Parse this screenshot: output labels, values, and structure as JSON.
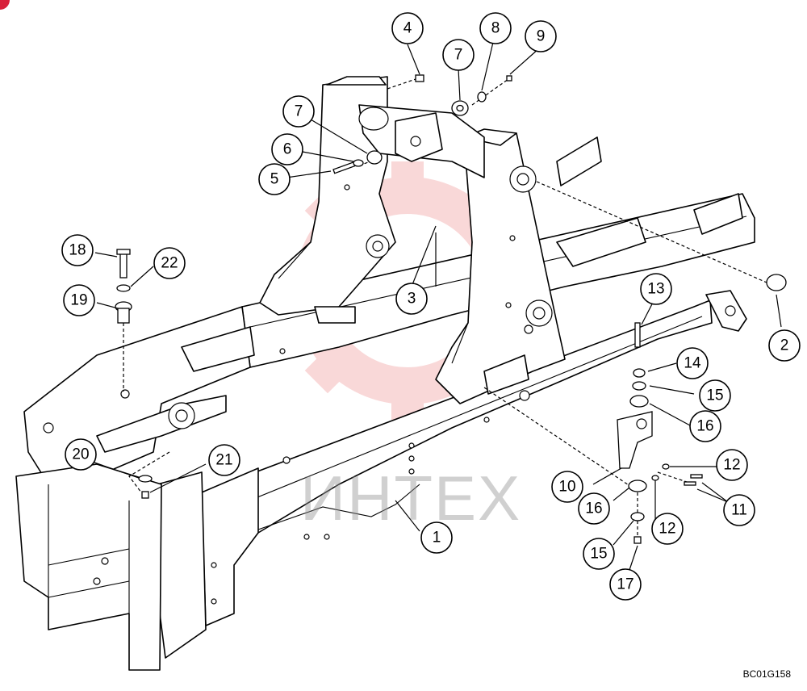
{
  "diagram": {
    "drawing_code": "BC01G158",
    "watermark_text": "ИНТЕХ",
    "accent_color": "#d8203a",
    "watermark_color": "#f3a9a9"
  },
  "callouts": [
    {
      "id": "c1",
      "label": "1"
    },
    {
      "id": "c2",
      "label": "2"
    },
    {
      "id": "c3",
      "label": "3"
    },
    {
      "id": "c4",
      "label": "4"
    },
    {
      "id": "c5",
      "label": "5"
    },
    {
      "id": "c6",
      "label": "6"
    },
    {
      "id": "c7a",
      "label": "7"
    },
    {
      "id": "c7b",
      "label": "7"
    },
    {
      "id": "c8",
      "label": "8"
    },
    {
      "id": "c9",
      "label": "9"
    },
    {
      "id": "c10",
      "label": "10"
    },
    {
      "id": "c11",
      "label": "11"
    },
    {
      "id": "c12a",
      "label": "12"
    },
    {
      "id": "c12b",
      "label": "12"
    },
    {
      "id": "c13",
      "label": "13"
    },
    {
      "id": "c14",
      "label": "14"
    },
    {
      "id": "c15a",
      "label": "15"
    },
    {
      "id": "c15b",
      "label": "15"
    },
    {
      "id": "c16a",
      "label": "16"
    },
    {
      "id": "c16b",
      "label": "16"
    },
    {
      "id": "c17",
      "label": "17"
    },
    {
      "id": "c18",
      "label": "18"
    },
    {
      "id": "c19",
      "label": "19"
    },
    {
      "id": "c20",
      "label": "20"
    },
    {
      "id": "c21",
      "label": "21"
    },
    {
      "id": "c22",
      "label": "22"
    }
  ]
}
